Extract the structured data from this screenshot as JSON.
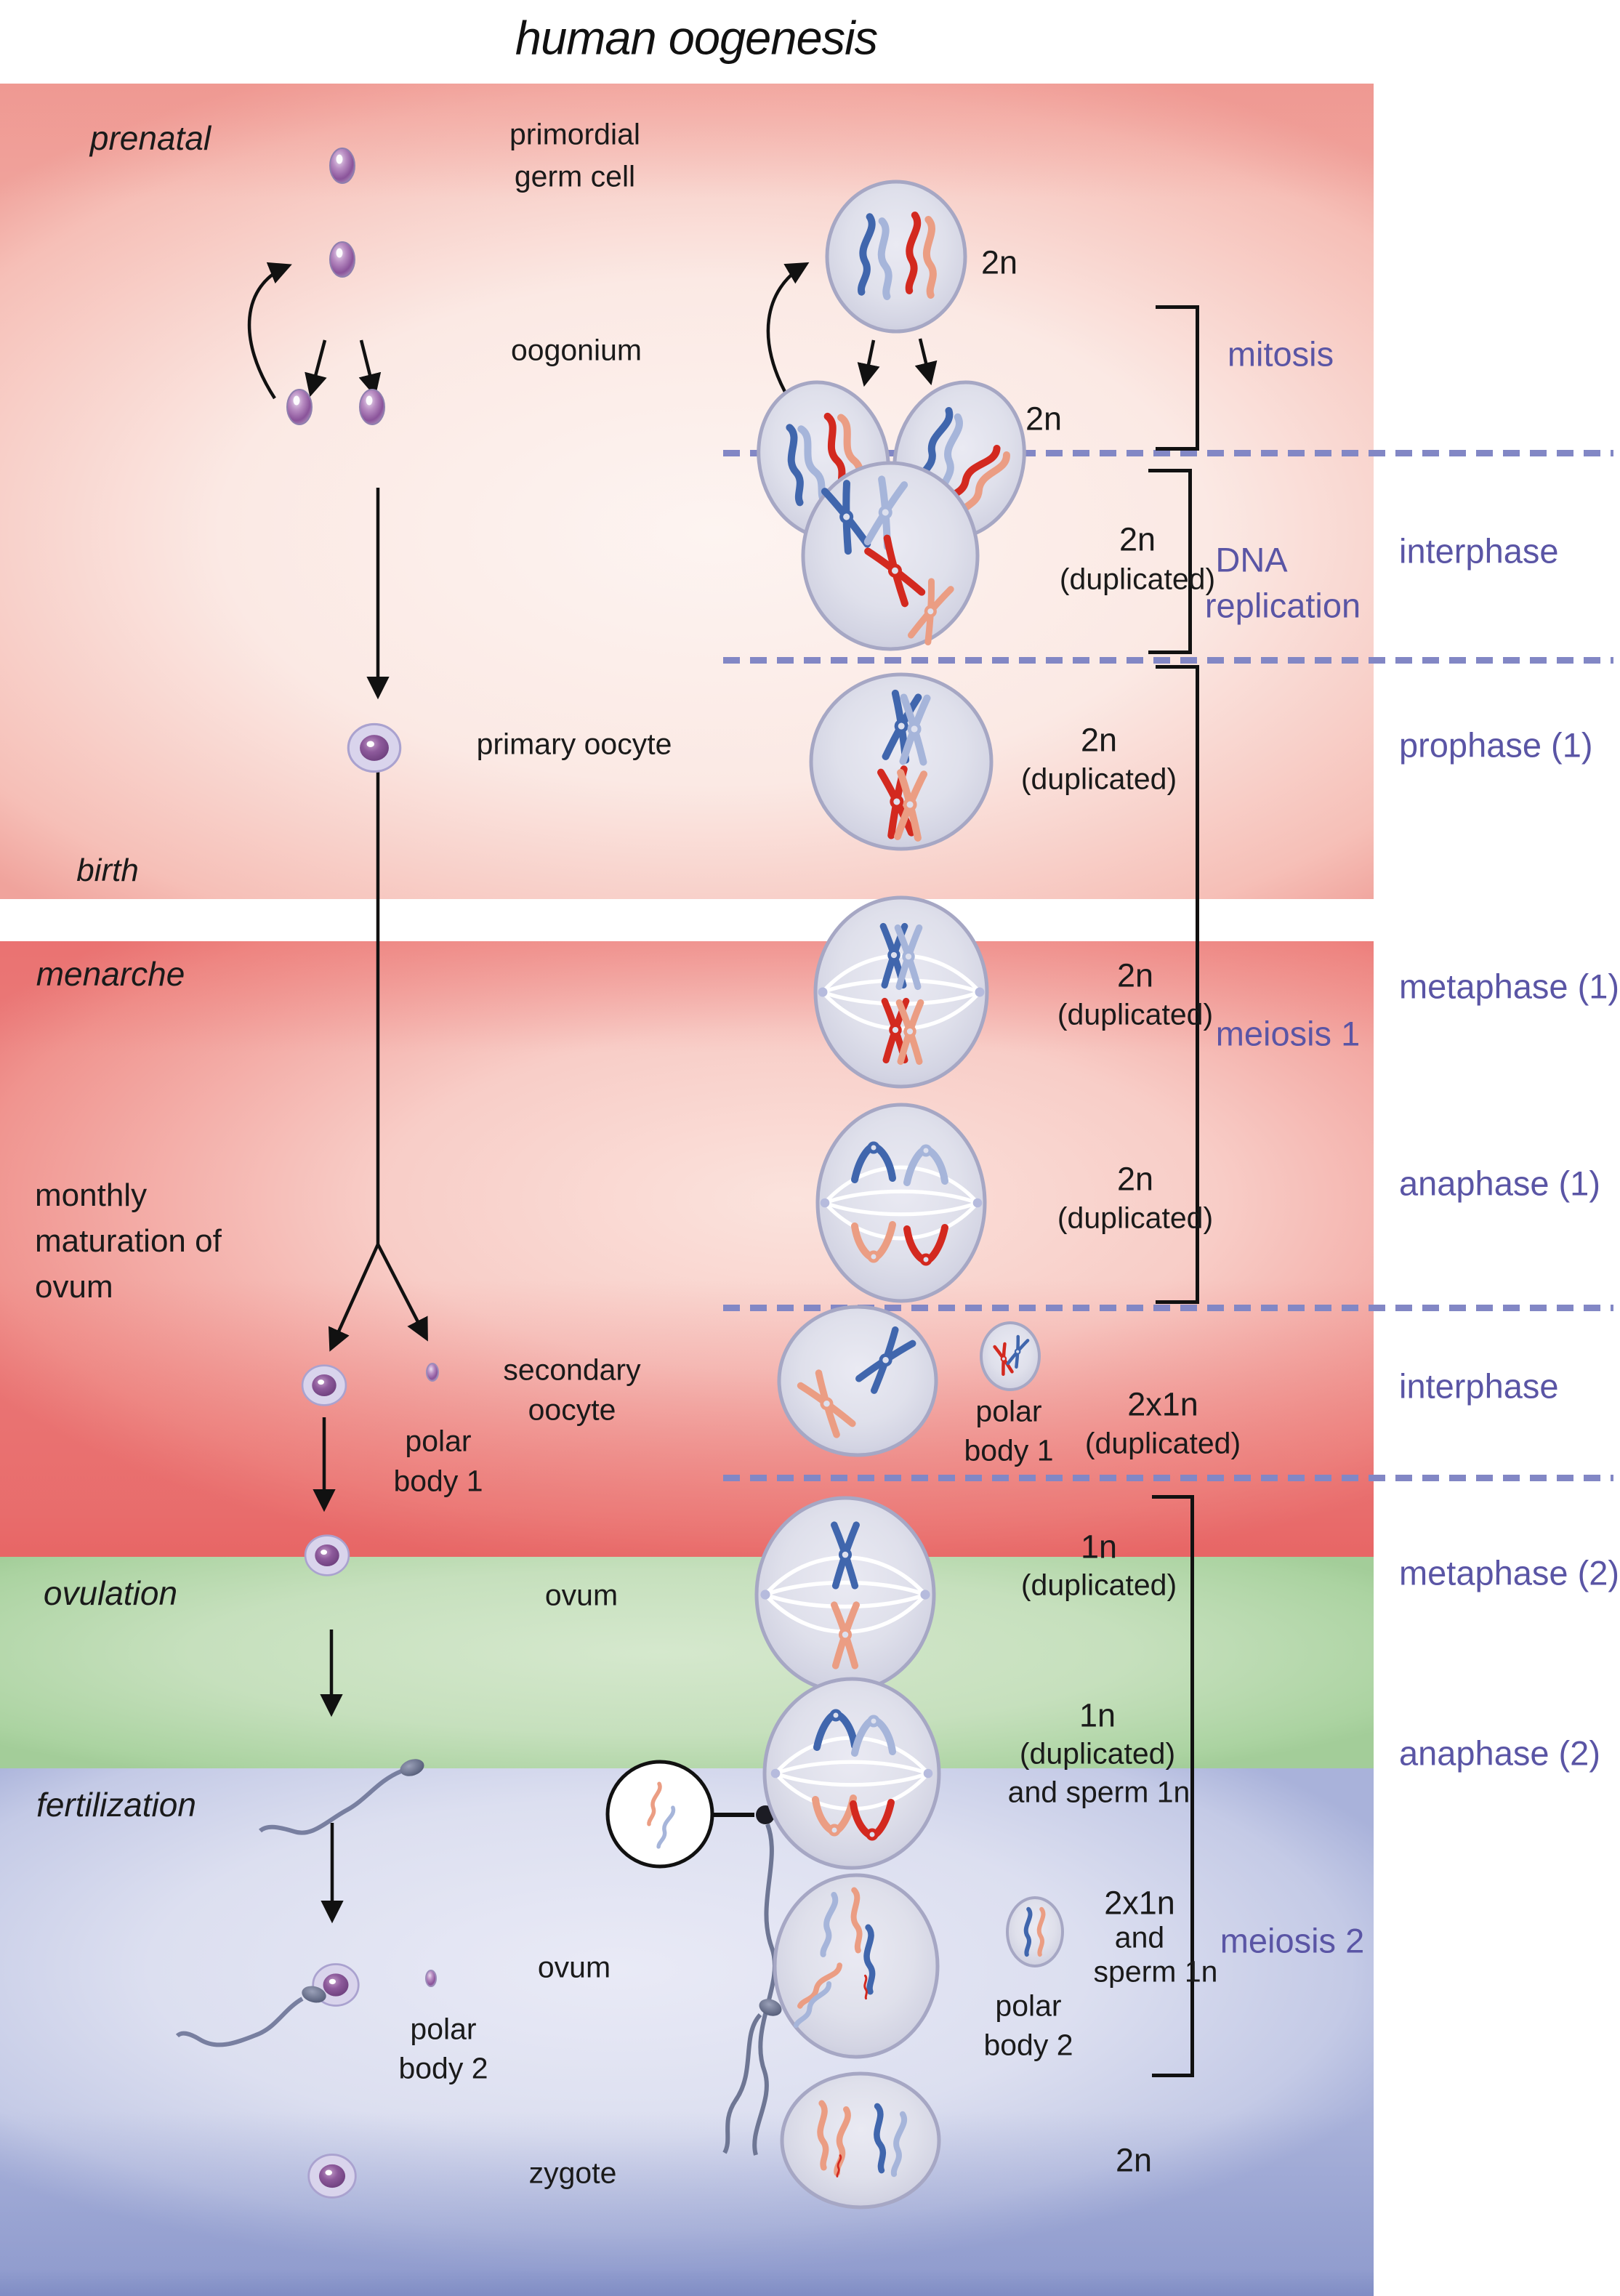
{
  "title": "human oogenesis",
  "timeline": {
    "prenatal": "prenatal",
    "birth": "birth",
    "menarche": "menarche",
    "monthly_1": "monthly",
    "monthly_2": "maturation of",
    "monthly_3": "ovum",
    "ovulation": "ovulation",
    "fertilization": "fertilization"
  },
  "cell_labels": {
    "primordial_1": "primordial",
    "primordial_2": "germ cell",
    "oogonium": "oogonium",
    "primary_oocyte": "primary oocyte",
    "secondary_1": "secondary",
    "secondary_2": "oocyte",
    "polar": "polar",
    "body1": "body 1",
    "body2": "body 2",
    "ovum": "ovum",
    "zygote": "zygote"
  },
  "ploidy": {
    "n2": "2n",
    "duplicated": "(duplicated)",
    "n2x1": "2x1n",
    "n1": "1n",
    "and": "and",
    "sperm_1n": "sperm 1n",
    "and_sperm_1n": "and sperm 1n"
  },
  "phases": {
    "mitosis": "mitosis",
    "interphase": "interphase",
    "dna_1": "DNA",
    "dna_2": "replication",
    "prophase1": "prophase (1)",
    "metaphase1": "metaphase (1)",
    "anaphase1": "anaphase (1)",
    "meiosis1": "meiosis 1",
    "metaphase2": "metaphase (2)",
    "anaphase2": "anaphase (2)",
    "meiosis2": "meiosis 2"
  },
  "colors": {
    "accent_purple": "#5a55a5",
    "dashed_line": "#8287c5",
    "chromosome_dark_blue": "#4066ad",
    "chromosome_light_blue": "#a6b5da",
    "chromosome_red": "#d3291f",
    "chromosome_salmon": "#eb9d83",
    "band_prenatal": "#f5b5ad",
    "band_menarche": "#ee7c7b",
    "band_ovulation": "#a9d2a0",
    "band_fertilization": "#c3c9e6",
    "cell_fill": "#dfe0eb",
    "germ_cell_purple": "#8a539a"
  }
}
